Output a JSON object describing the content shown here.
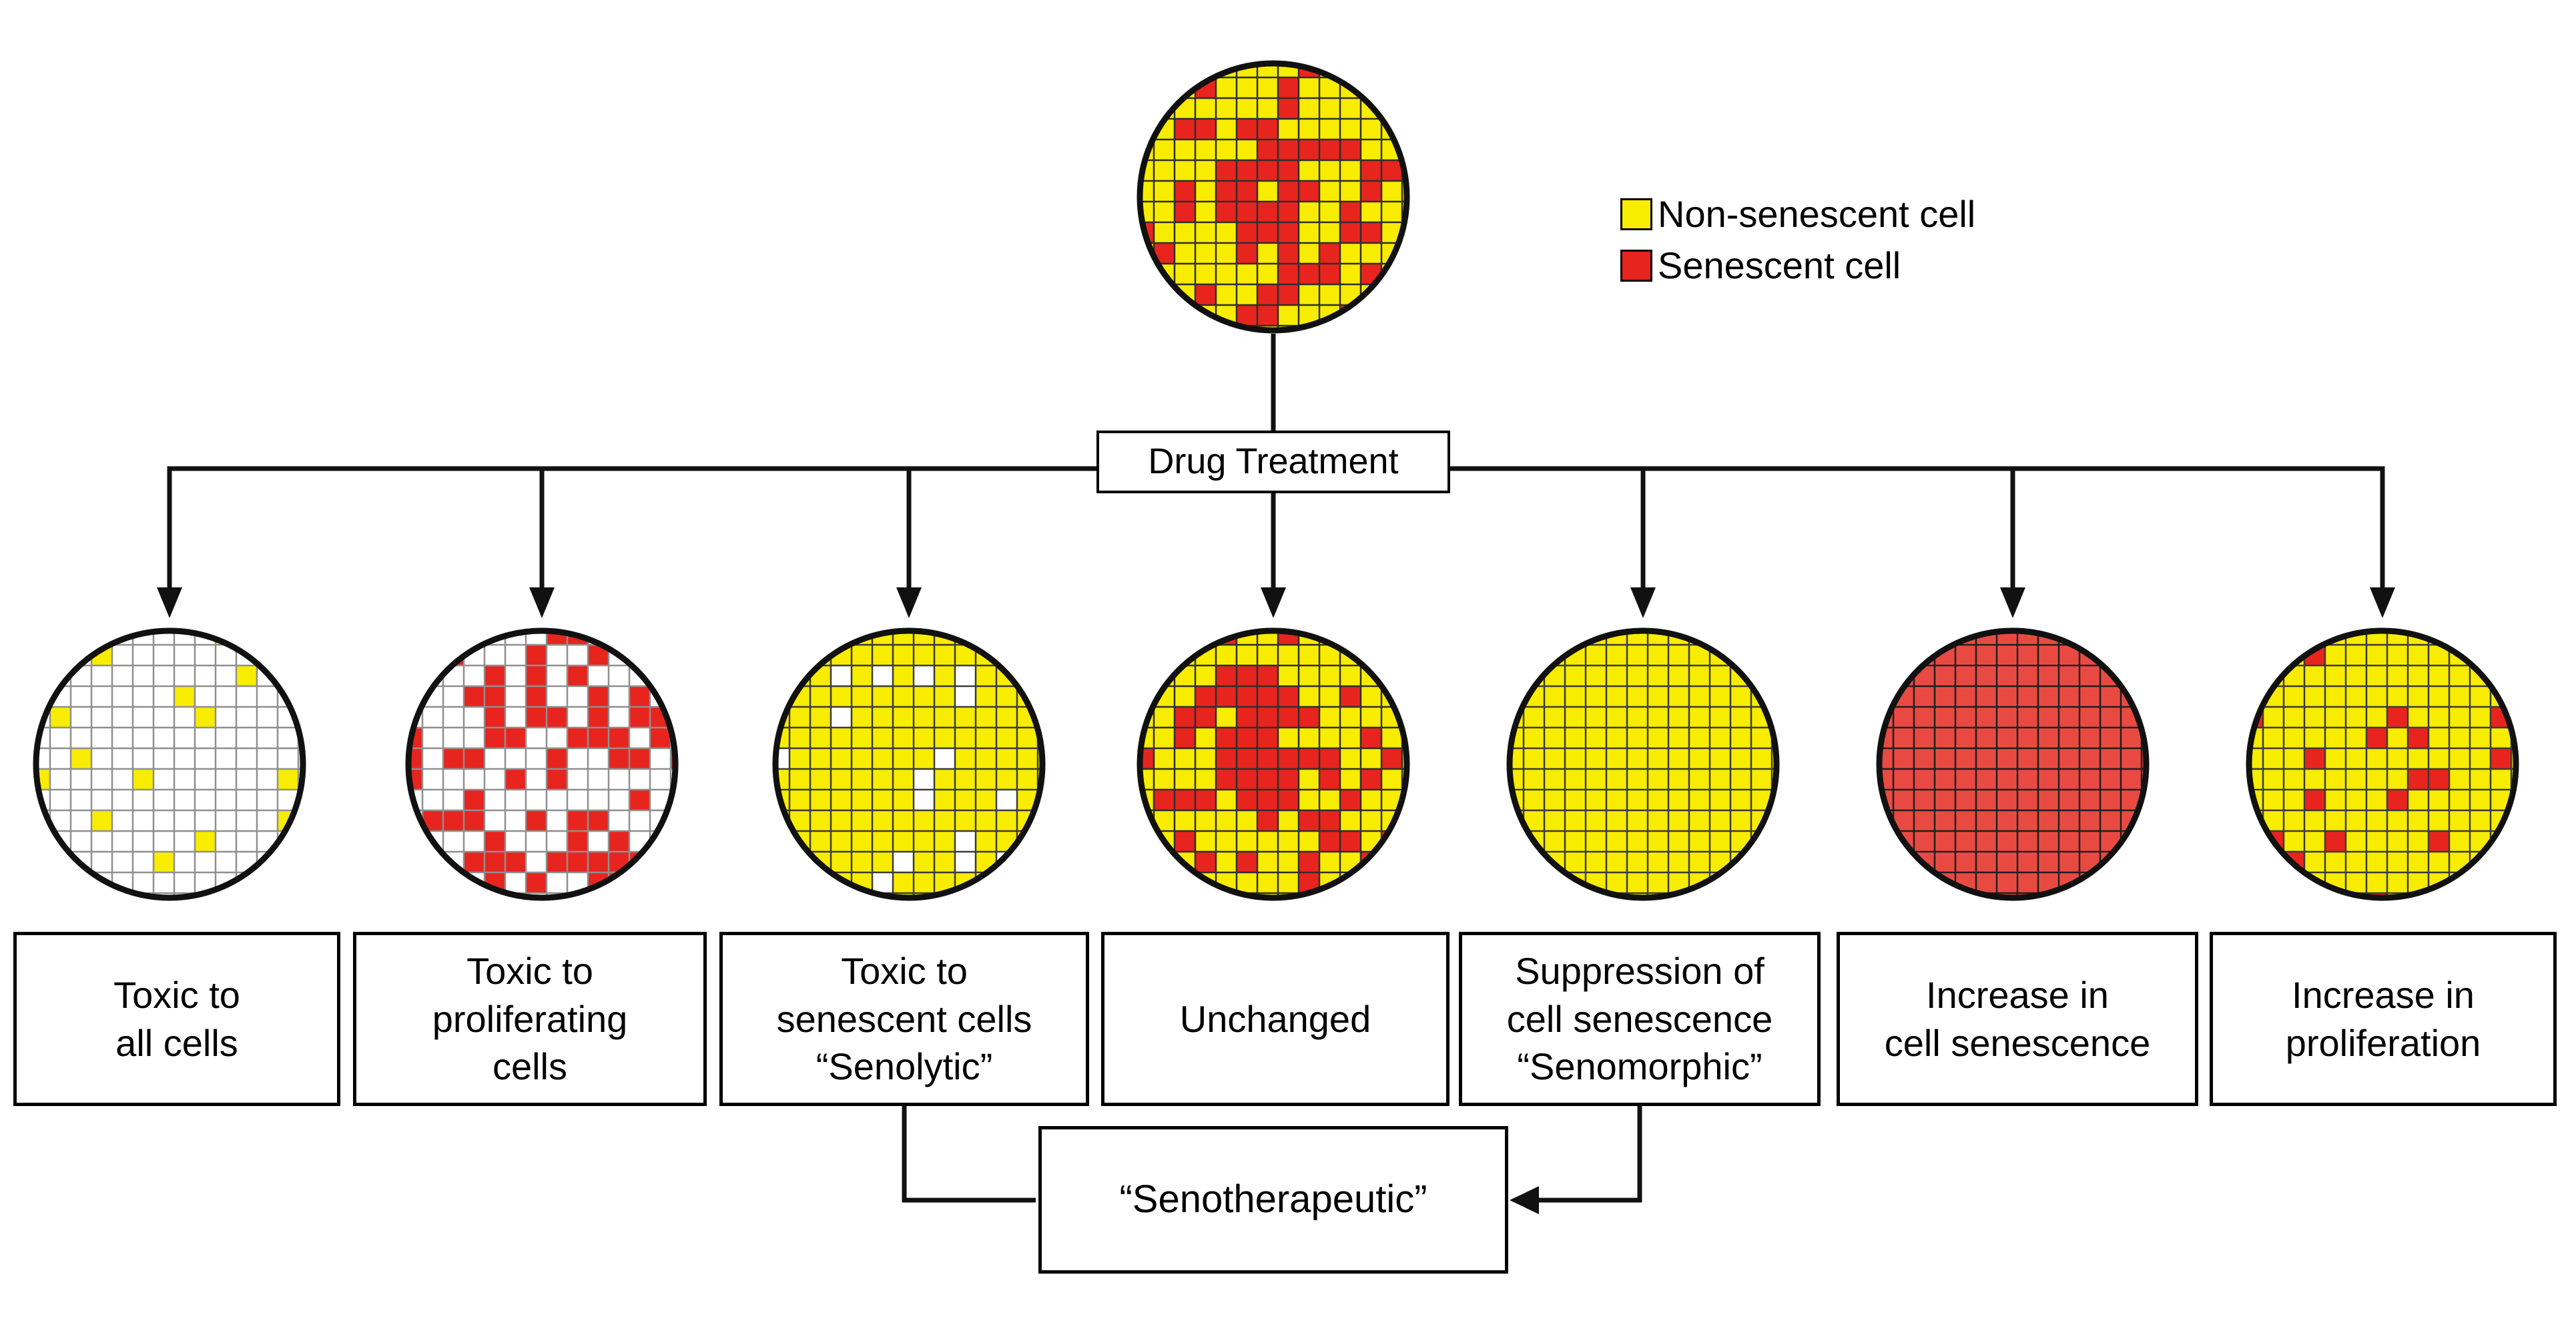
{
  "legend": {
    "items": [
      {
        "label": "Non-senescent cell",
        "color": "#F8EC00"
      },
      {
        "label": "Senescent cell",
        "color": "#E8241E"
      }
    ]
  },
  "drug_treatment": {
    "label": "Drug Treatment"
  },
  "senotherapeutic": {
    "label": "“Senotherapeutic”"
  },
  "colors": {
    "non_senescent": "#F8EC00",
    "senescent": "#E8241E",
    "senescent_full_dish": "#E84A42",
    "connector_line": "#111111"
  },
  "dishes": {
    "original": {
      "id": "original",
      "base": "#F8EC00",
      "pattern": "center-cluster",
      "scatter": "#E8241E",
      "p_center": 0.8,
      "p_mid": 0.42,
      "p_outer": 0.22,
      "grid": "#2e2e2e",
      "seed": 9
    },
    "toxic_all": {
      "id": "toxic_all",
      "base": "#FFFFFF",
      "pattern": "scatter",
      "scatter": "#F8EC00",
      "p": 0.07,
      "grid": "#8f8f8f",
      "seed": 14
    },
    "toxic_proliferating": {
      "id": "toxic_proliferating",
      "base": "#FFFFFF",
      "pattern": "scatter",
      "scatter": "#E8241E",
      "p": 0.32,
      "grid": "#8f8f8f",
      "seed": 27
    },
    "senolytic": {
      "id": "senolytic",
      "base": "#F8EC00",
      "pattern": "scatter",
      "scatter": "#FFFFFF",
      "p": 0.12,
      "grid": "#3a3a3a",
      "seed": 31
    },
    "unchanged": {
      "id": "unchanged",
      "base": "#F8EC00",
      "pattern": "center-cluster",
      "scatter": "#E8241E",
      "p_center": 0.9,
      "p_mid": 0.45,
      "p_outer": 0.18,
      "grid": "#2e2e2e",
      "seed": 48
    },
    "senomorphic": {
      "id": "senomorphic",
      "base": "#F8EC00",
      "pattern": "solid",
      "grid": "#3a3a3a",
      "seed": 1
    },
    "increase_senescence": {
      "id": "increase_senescence",
      "base": "#E84A42",
      "pattern": "solid",
      "grid": "#1e1e1e",
      "seed": 1
    },
    "increase_proliferation": {
      "id": "increase_proliferation",
      "base": "#F8EC00",
      "pattern": "scatter",
      "scatter": "#E8241E",
      "p": 0.13,
      "grid": "#3a3a3a",
      "seed": 61
    }
  },
  "outcomes": [
    {
      "label": "Toxic to\nall cells",
      "dish": "toxic_all"
    },
    {
      "label": "Toxic to\nproliferating\ncells",
      "dish": "toxic_proliferating"
    },
    {
      "label": "Toxic to\nsenescent cells\n“Senolytic”",
      "dish": "senolytic"
    },
    {
      "label": "Unchanged",
      "dish": "unchanged"
    },
    {
      "label": "Suppression of\ncell senescence\n“Senomorphic”",
      "dish": "senomorphic"
    },
    {
      "label": "Increase in\ncell senescence",
      "dish": "increase_senescence"
    },
    {
      "label": "Increase in\nproliferation",
      "dish": "increase_proliferation"
    }
  ]
}
